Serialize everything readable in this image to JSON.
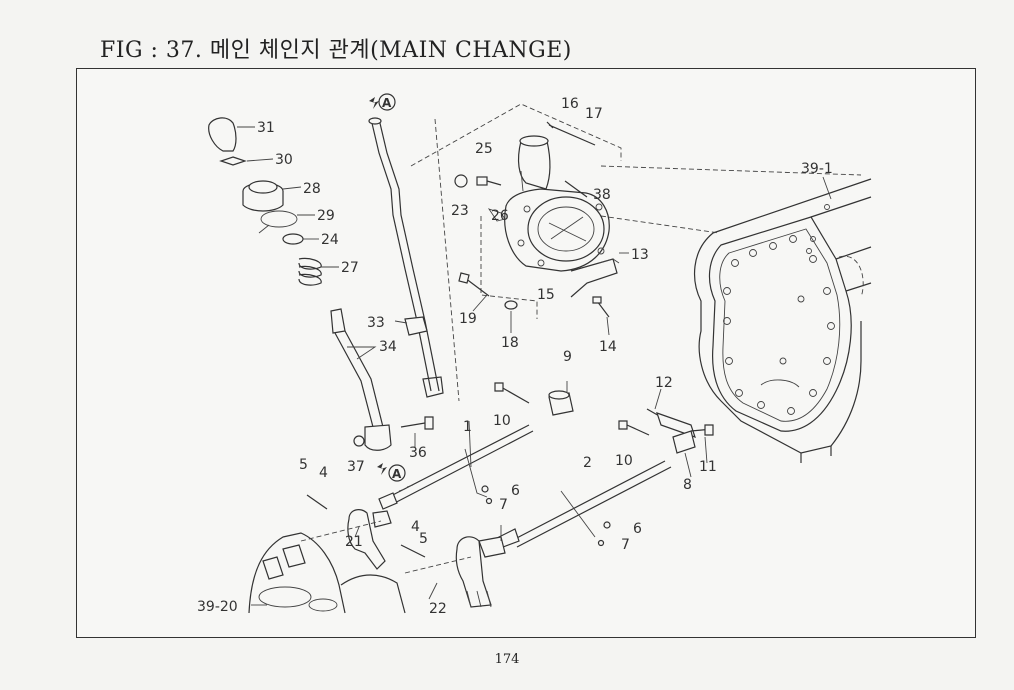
{
  "figure": {
    "title": "FIG : 37. 메인 체인지 관계(MAIN CHANGE)",
    "page_number": "174",
    "ref_marks": [
      "A",
      "A"
    ],
    "part_labels": [
      "31",
      "30",
      "28",
      "29",
      "24",
      "27",
      "33",
      "34",
      "36",
      "37",
      "5",
      "4",
      "1",
      "10",
      "9",
      "6",
      "7",
      "21",
      "4",
      "5",
      "22",
      "39-20",
      "25",
      "16",
      "17",
      "23",
      "26",
      "38",
      "13",
      "15",
      "19",
      "18",
      "14",
      "39-1",
      "12",
      "2",
      "10",
      "11",
      "8",
      "6",
      "7"
    ]
  }
}
